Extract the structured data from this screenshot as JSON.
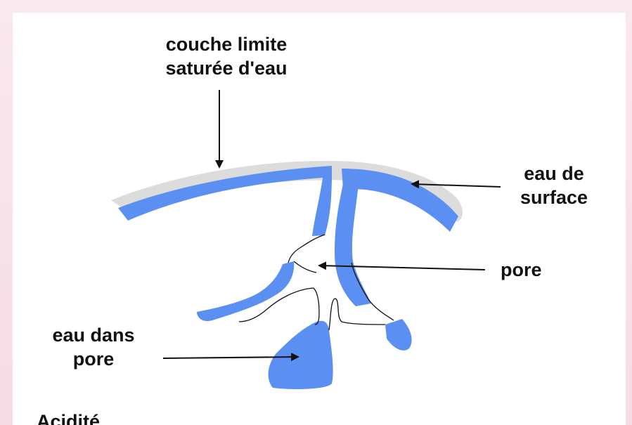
{
  "labels": {
    "boundary_layer": [
      "couche limite",
      "saturée d'eau"
    ],
    "surface_water": [
      "eau de",
      "surface"
    ],
    "pore": [
      "pore"
    ],
    "pore_water": [
      "eau dans",
      "pore"
    ]
  },
  "cut_text": "Acidité",
  "colors": {
    "water": "#5b8ff2",
    "boundary": "#dcdcdc",
    "outline": "#111111",
    "background": "#f6dfe6"
  }
}
